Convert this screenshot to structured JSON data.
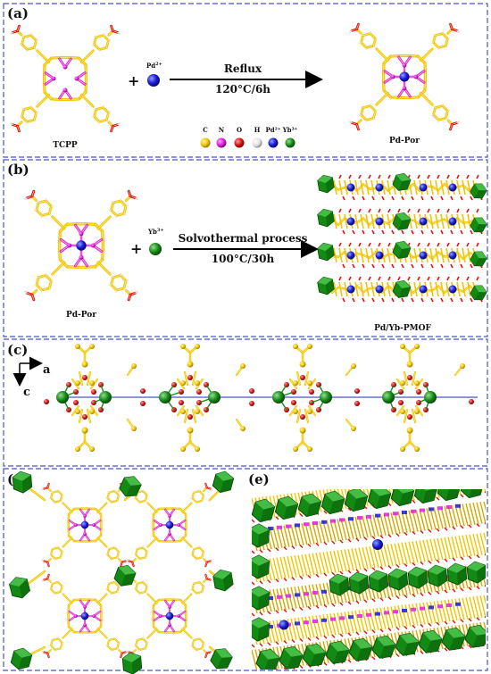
{
  "panel_a": {
    "letter": "(a)",
    "reactant_label": "TCPP",
    "plus": "+",
    "ion": "Pd",
    "ion_charge": "2+",
    "condition_top": "Reflux",
    "condition_bottom": "120°C/6h",
    "product_label": "Pd-Por",
    "legend": [
      {
        "symbol": "C",
        "color": "#f2c400"
      },
      {
        "symbol": "N",
        "color": "#e21ee0"
      },
      {
        "symbol": "O",
        "color": "#e01010"
      },
      {
        "symbol": "H",
        "color": "#e8e8e8"
      },
      {
        "symbol": "Pd²⁺",
        "color": "#1a1ad8"
      },
      {
        "symbol": "Yb³⁺",
        "color": "#1a8a1a"
      }
    ]
  },
  "panel_b": {
    "letter": "(b)",
    "reactant_label": "Pd-Por",
    "plus": "+",
    "ion": "Yb",
    "ion_charge": "3+",
    "condition_top": "Solvothermal process",
    "condition_bottom": "100°C/30h",
    "product_label": "Pd/Yb-PMOF"
  },
  "panel_c": {
    "letter": "(c)",
    "axis_a": "a",
    "axis_c": "c"
  },
  "panel_d": {
    "letter": "(d)"
  },
  "panel_e": {
    "letter": "(e)"
  },
  "colors": {
    "frame": "#4a55c8",
    "carbon": "#f2c400",
    "nitrogen": "#e21ee0",
    "oxygen": "#e01010",
    "hydrogen": "#e8e8e8",
    "palladium": "#1a1ad8",
    "ytterbium": "#1a8a1a"
  }
}
